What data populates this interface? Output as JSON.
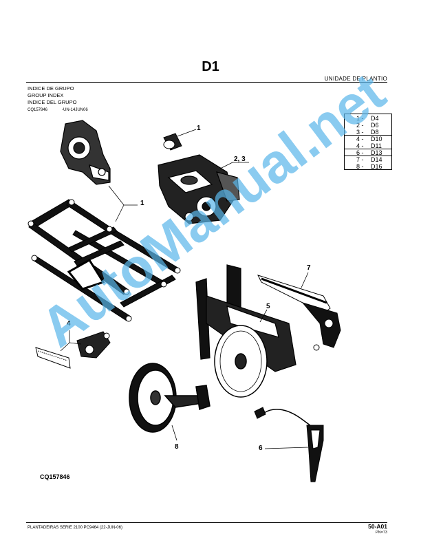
{
  "page": {
    "title": "D1",
    "section": "UNIDADE DE PLANTIO",
    "group_index": [
      "INDICE DE GRUPO",
      "GROUP INDEX",
      "INDICE DEL GRUPO"
    ],
    "code_left": "CQ157846",
    "code_right": "-UN-14JUN06",
    "figure_code": "CQ157846",
    "watermark": "AutoManual.net"
  },
  "index_table": [
    {
      "num": "1 -",
      "ref": "D4"
    },
    {
      "num": "2 -",
      "ref": "D6"
    },
    {
      "num": "3 -",
      "ref": "D8"
    },
    {
      "num": "4 -",
      "ref": "D10"
    },
    {
      "num": "4 -",
      "ref": "D11"
    },
    {
      "num": "6 -",
      "ref": "D13"
    },
    {
      "num": "7 -",
      "ref": "D14"
    },
    {
      "num": "8 -",
      "ref": "D16"
    }
  ],
  "callouts": {
    "c1a": "1",
    "c23": "2, 3",
    "c1b": "1",
    "c7": "7",
    "c5": "5",
    "c4": "4",
    "c8": "8",
    "c6": "6"
  },
  "footer": {
    "left": "PLANTADEIRAS SERIE 2100   PC9464     (22-JUN-06)",
    "page_number": "50-A01",
    "sub": "PN=73"
  }
}
